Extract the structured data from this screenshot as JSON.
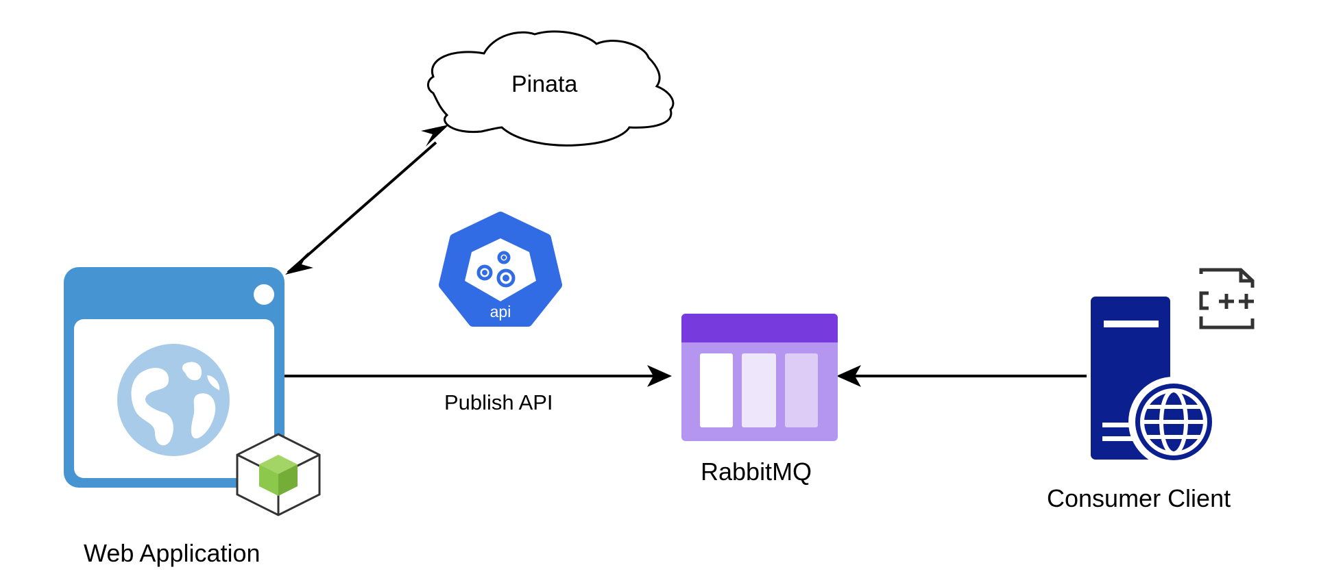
{
  "nodes": {
    "web_application": {
      "label": "Web Application",
      "icon": "browser-globe-icon"
    },
    "pinata": {
      "label": "Pinata",
      "icon": "cloud-icon"
    },
    "api": {
      "label": "api",
      "icon": "api-gears-icon"
    },
    "rabbitmq": {
      "label": "RabbitMQ",
      "icon": "queue-icon"
    },
    "consumer_client": {
      "label": "Consumer Client",
      "icon": "server-globe-icon"
    },
    "cpp_file": {
      "icon": "cpp-file-icon"
    },
    "nodejs": {
      "icon": "nodejs-cube-icon"
    }
  },
  "edges": {
    "publish": {
      "label": "Publish API",
      "from": "Web Application",
      "to": "RabbitMQ"
    },
    "pinata_link": {
      "from": "Web Application",
      "to": "Pinata",
      "bidirectional": true
    },
    "consume": {
      "from": "Consumer Client",
      "to": "RabbitMQ"
    }
  },
  "colors": {
    "browser_frame": "#4694d1",
    "globe": "#a7cbe8",
    "api_blue": "#326ce5",
    "rabbit_header": "#773adc",
    "rabbit_body": "#b496f0",
    "server_navy": "#0b1f8f",
    "node_green": "#8cc84b"
  }
}
